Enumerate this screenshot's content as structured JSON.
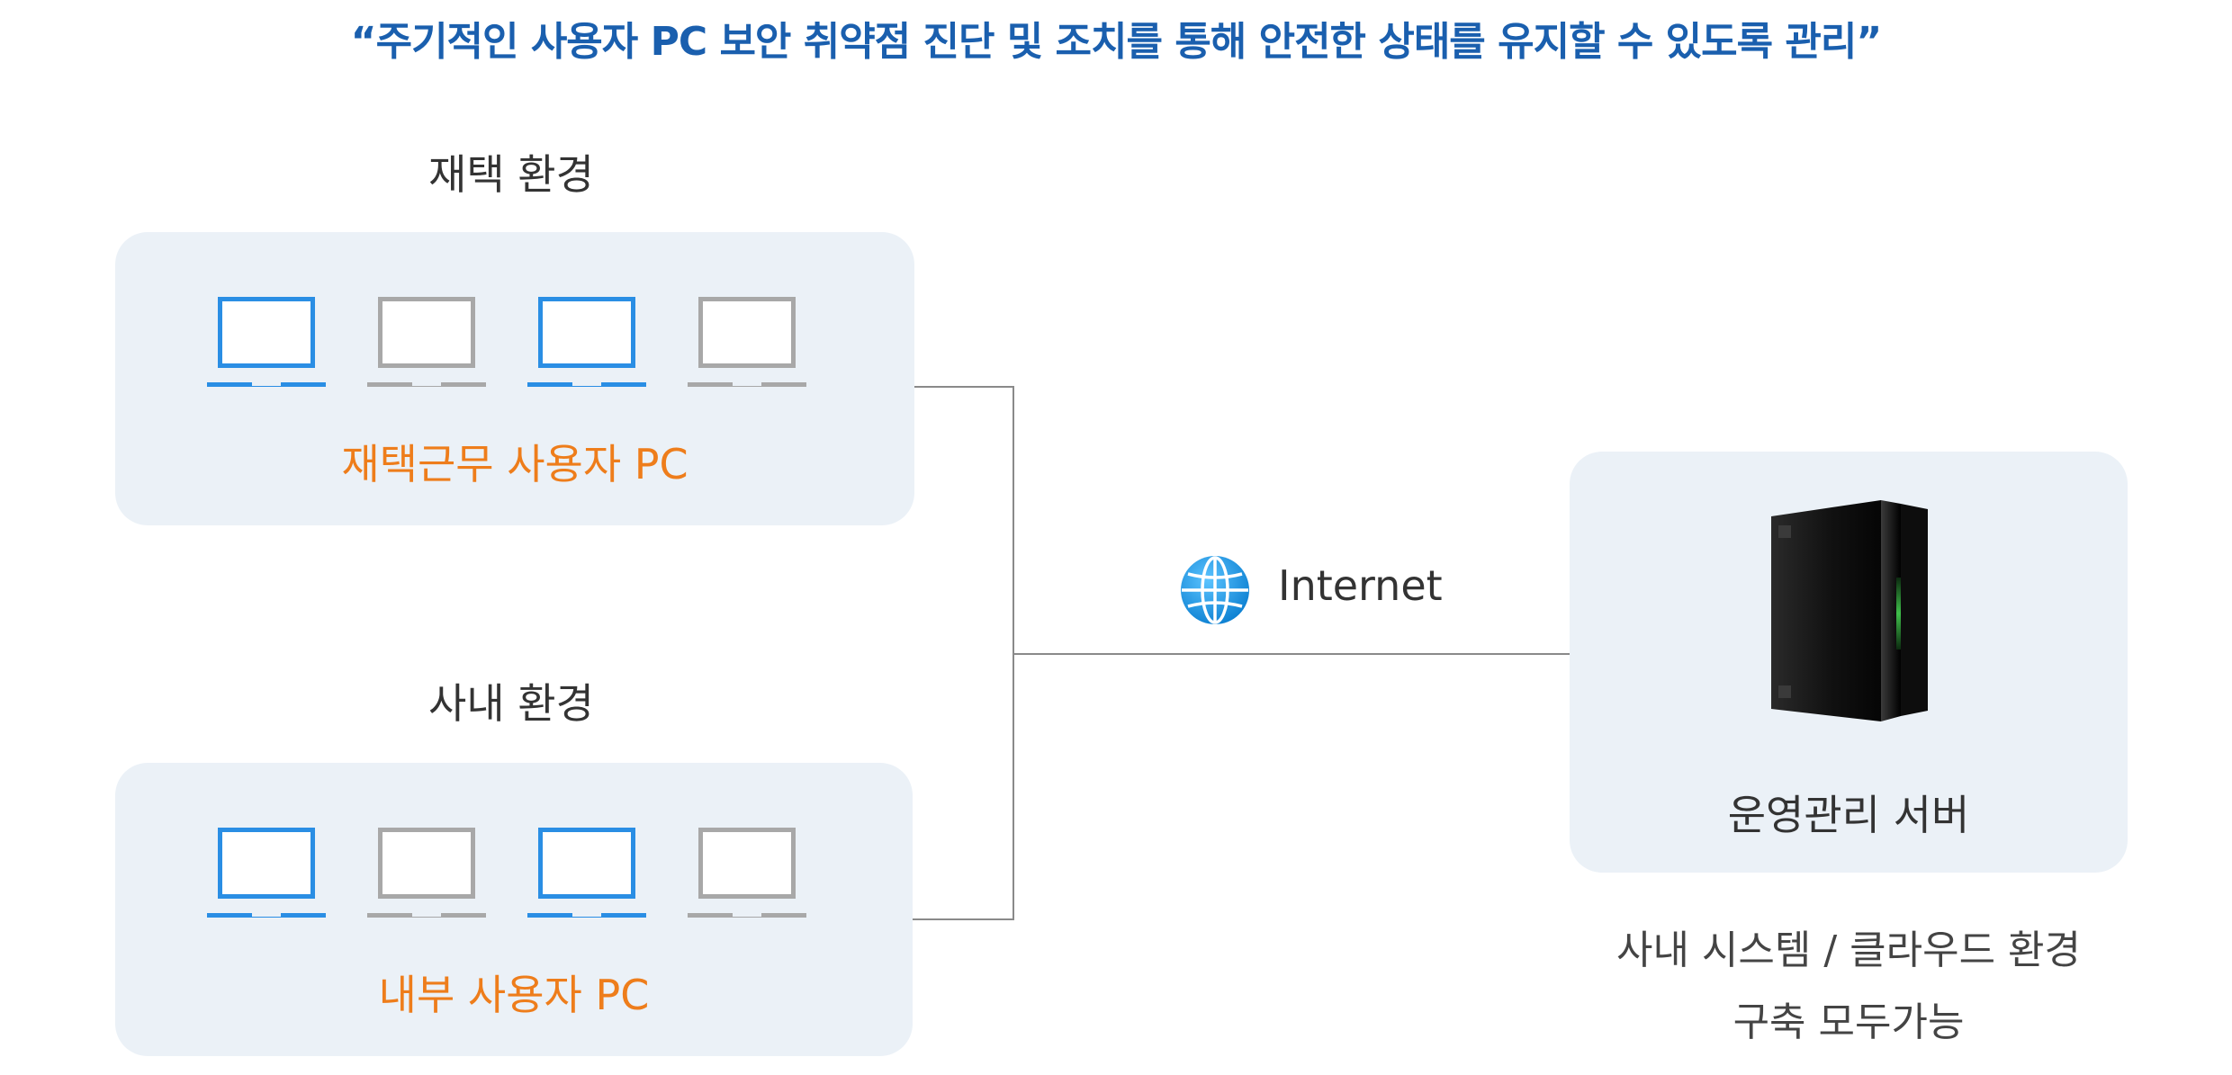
{
  "headline": "“주기적인 사용자 PC 보안 취약점 진단 및 조치를 통해 안전한 상태를 유지할 수 있도록 관리”",
  "top_group": {
    "env_label": "재택 환경",
    "pc_label": "재택근무 사용자 PC"
  },
  "bottom_group": {
    "env_label": "사내 환경",
    "pc_label": "내부 사용자 PC"
  },
  "network": {
    "label": "Internet",
    "icon": "globe-icon"
  },
  "server": {
    "label": "운영관리 서버",
    "icon": "server-tower-icon",
    "note_line1": "사내 시스템 / 클라우드 환경",
    "note_line2": "구축 모두가능"
  },
  "colors": {
    "headline": "#1a5fae",
    "pc_label": "#ee7d1b",
    "laptop_active": "#2a8ee4",
    "laptop_inactive": "#a8a8a8",
    "panel_bg": "#ebf1f7",
    "connector": "#8a8a8a"
  }
}
